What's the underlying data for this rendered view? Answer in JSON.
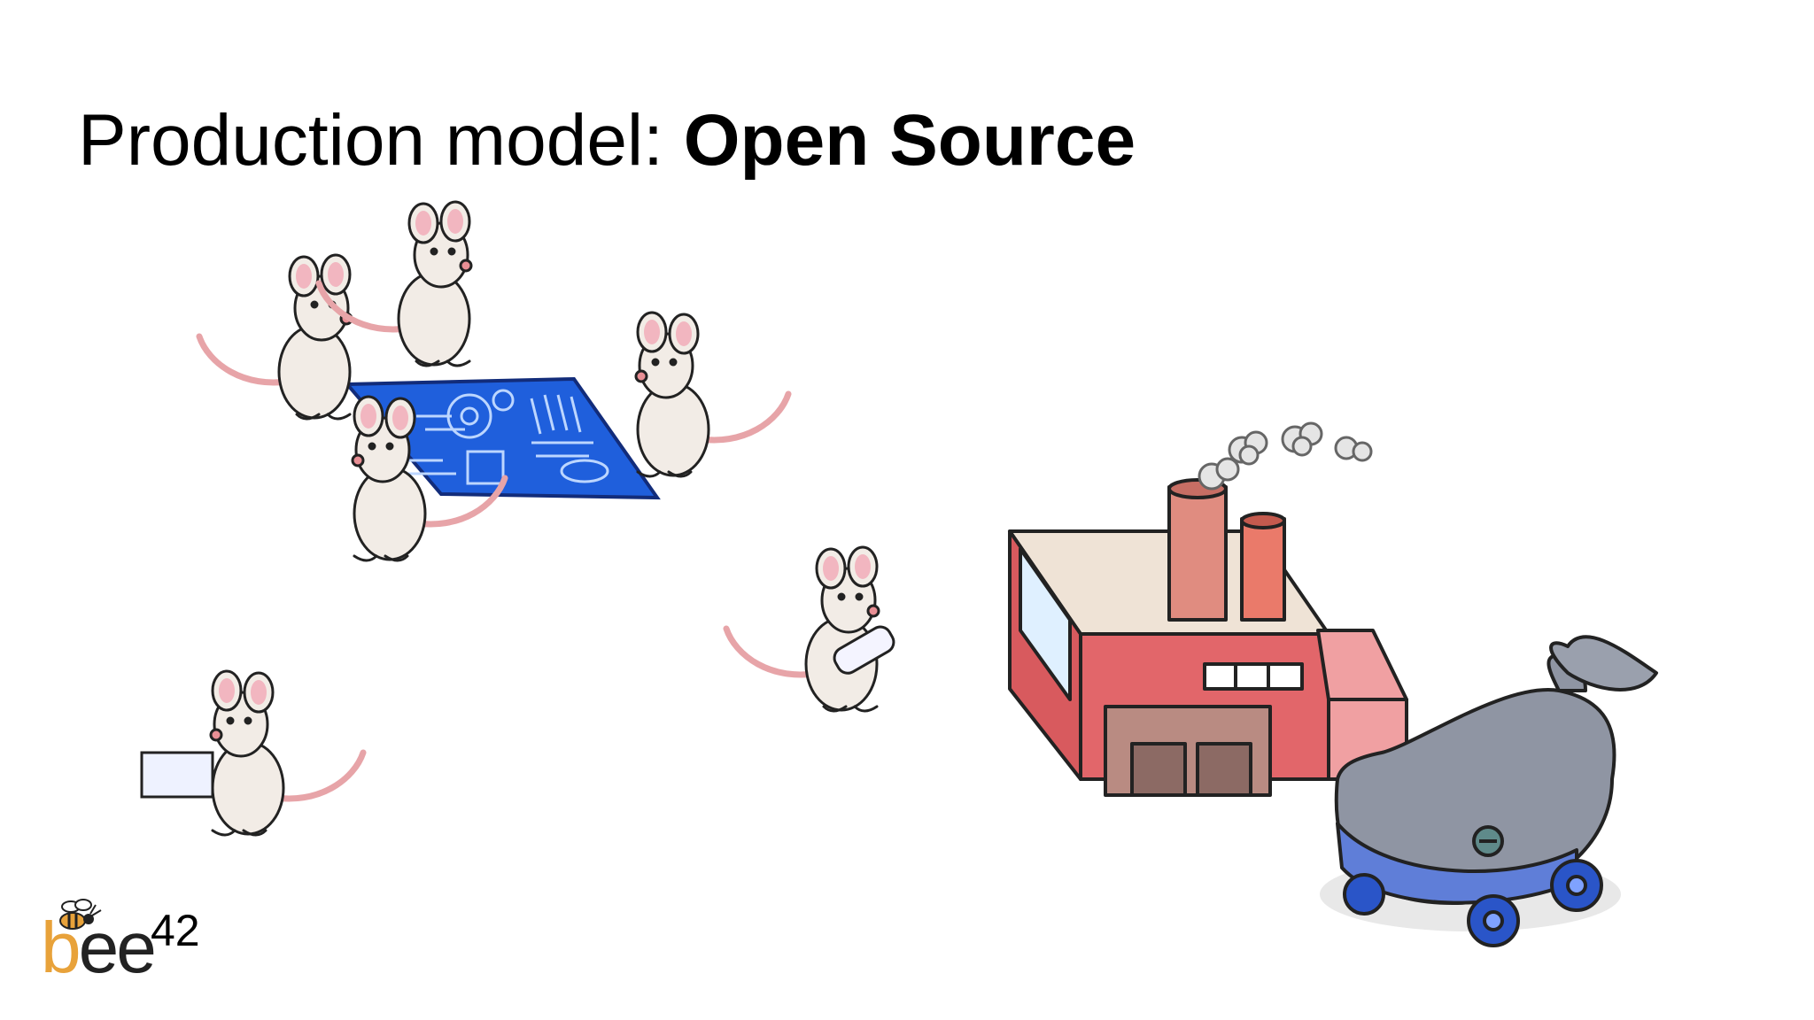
{
  "slide": {
    "title_regular": "Production model: ",
    "title_bold": "Open Source"
  },
  "logo": {
    "text": "bee",
    "superscript": "42"
  },
  "colors": {
    "background": "#ffffff",
    "title": "#000000",
    "logo_orange": "#e8a23a",
    "logo_black": "#222222",
    "blueprint": "#1f5fdc",
    "factory_red": "#e2666a",
    "chimney": "#e08c80",
    "whale_body": "#8f95a3",
    "wheels": "#2a55c8",
    "mouse_body": "#f2ece6",
    "mouse_ear": "#f2b6c0",
    "mouse_tail": "#e7a4a8"
  },
  "icons": [
    "mouse-icon",
    "blueprint-icon",
    "factory-icon",
    "whale-robot-icon",
    "bee-icon"
  ]
}
